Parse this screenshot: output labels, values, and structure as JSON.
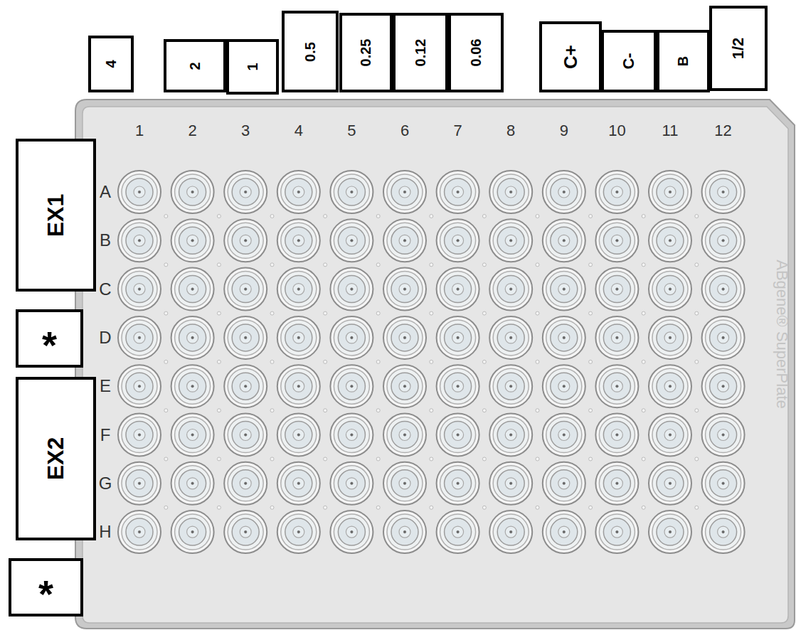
{
  "diagram": {
    "nodes": [
      {
        "text": [
          "4"
        ]
      },
      {
        "text": [
          "2"
        ]
      },
      {
        "text": [
          "1"
        ]
      },
      {
        "text": [
          "0.5"
        ]
      },
      {
        "text": [
          "0.25"
        ]
      },
      {
        "text": [
          "0.12"
        ]
      },
      {
        "text": [
          "0.06"
        ]
      },
      {
        "text": [
          "C+"
        ]
      },
      {
        "text": [
          "C-"
        ]
      },
      {
        "text": [
          "B"
        ]
      },
      {
        "text": [
          "1/2"
        ]
      },
      {
        "text": [
          "EX1"
        ]
      },
      {
        "text": [
          "*"
        ]
      },
      {
        "text": [
          "EX2"
        ]
      },
      {
        "text": [
          "*"
        ]
      }
    ],
    "labels": [
      "1",
      "2",
      "3",
      "4",
      "5",
      "6",
      "7",
      "8",
      "9",
      "10",
      "11",
      "12",
      "A",
      "B",
      "C",
      "D",
      "E",
      "F",
      "G",
      "H",
      "ABgene® SuperPlate"
    ]
  }
}
